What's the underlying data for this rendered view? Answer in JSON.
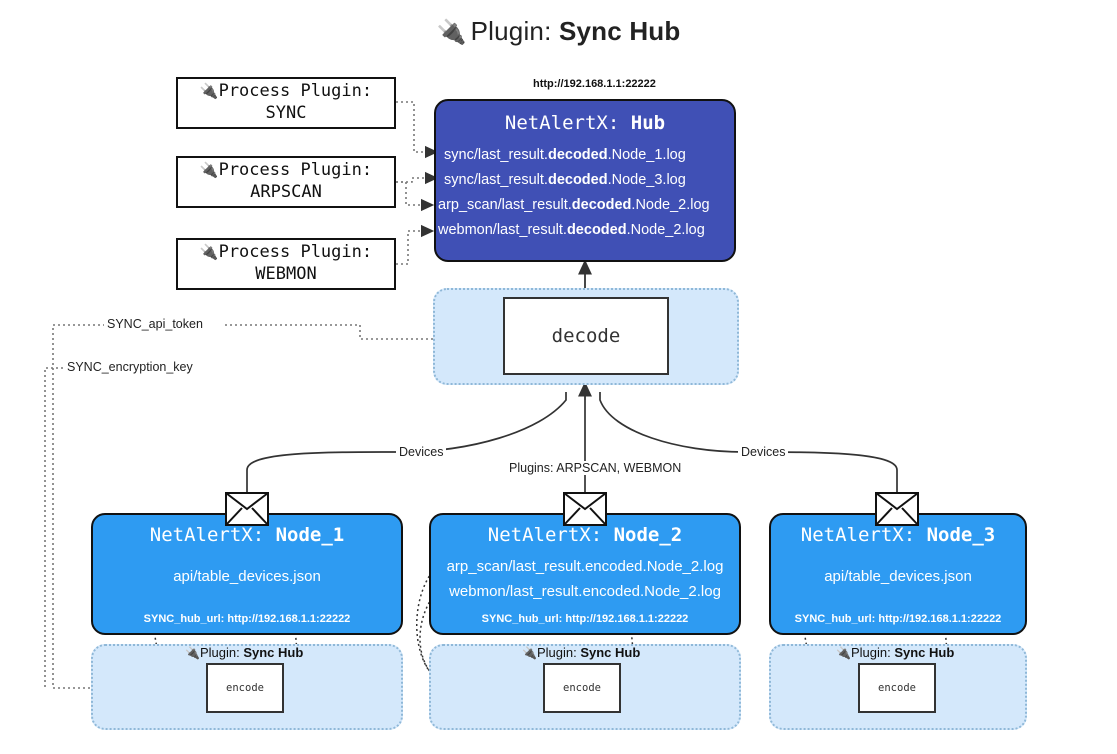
{
  "title": {
    "icon": "plug-icon",
    "prefix": "Plugin:",
    "name": "Sync Hub"
  },
  "process_plugins": [
    {
      "icon": "plug-icon",
      "line1": "Process Plugin:",
      "line2": "SYNC"
    },
    {
      "icon": "plug-icon",
      "line1": "Process Plugin:",
      "line2": "ARPSCAN"
    },
    {
      "icon": "plug-icon",
      "line1": "Process Plugin:",
      "line2": "WEBMON"
    }
  ],
  "hub": {
    "url_label": "http://192.168.1.1:22222",
    "title_prefix": "NetAlertX:",
    "title_name": "Hub",
    "rows": [
      {
        "pre": "sync/last_result.",
        "mid": "decoded",
        "post": ".Node_1.log"
      },
      {
        "pre": "sync/last_result.",
        "mid": "decoded",
        "post": ".Node_3.log"
      },
      {
        "pre": "arp_scan/last_result.",
        "mid": "decoded",
        "post": ".Node_2.log"
      },
      {
        "pre": "webmon/last_result.",
        "mid": "decoded",
        "post": ".Node_2.log"
      }
    ],
    "color": "#4050b5"
  },
  "decode": {
    "label": "decode",
    "container_color": "#d4e8fb"
  },
  "settings": {
    "api_token": "SYNC_api_token",
    "encryption_key": "SYNC_encryption_key"
  },
  "edge_labels": {
    "left_devices": "Devices",
    "center_plugins": "Plugins: ARPSCAN, WEBMON",
    "right_devices": "Devices"
  },
  "nodes": [
    {
      "title_prefix": "NetAlertX:",
      "title_name": "Node_1",
      "lines": [
        "api/table_devices.json"
      ],
      "footer": "SYNC_hub_url: http://192.168.1.1:22222",
      "icon": "envelope-icon",
      "color": "#2e9bf2"
    },
    {
      "title_prefix": "NetAlertX:",
      "title_name": "Node_2",
      "lines": [
        "arp_scan/last_result.encoded.Node_2.log",
        "webmon/last_result.encoded.Node_2.log"
      ],
      "footer": "SYNC_hub_url: http://192.168.1.1:22222",
      "icon": "envelope-icon",
      "color": "#2e9bf2"
    },
    {
      "title_prefix": "NetAlertX:",
      "title_name": "Node_3",
      "lines": [
        "api/table_devices.json"
      ],
      "footer": "SYNC_hub_url: http://192.168.1.1:22222",
      "icon": "envelope-icon",
      "color": "#2e9bf2"
    }
  ],
  "encoders": [
    {
      "caption_icon": "plug-icon",
      "caption_prefix": "Plugin:",
      "caption_name": "Sync Hub",
      "label": "encode"
    },
    {
      "caption_icon": "plug-icon",
      "caption_prefix": "Plugin:",
      "caption_name": "Sync Hub",
      "label": "encode"
    },
    {
      "caption_icon": "plug-icon",
      "caption_prefix": "Plugin:",
      "caption_name": "Sync Hub",
      "label": "encode"
    }
  ]
}
